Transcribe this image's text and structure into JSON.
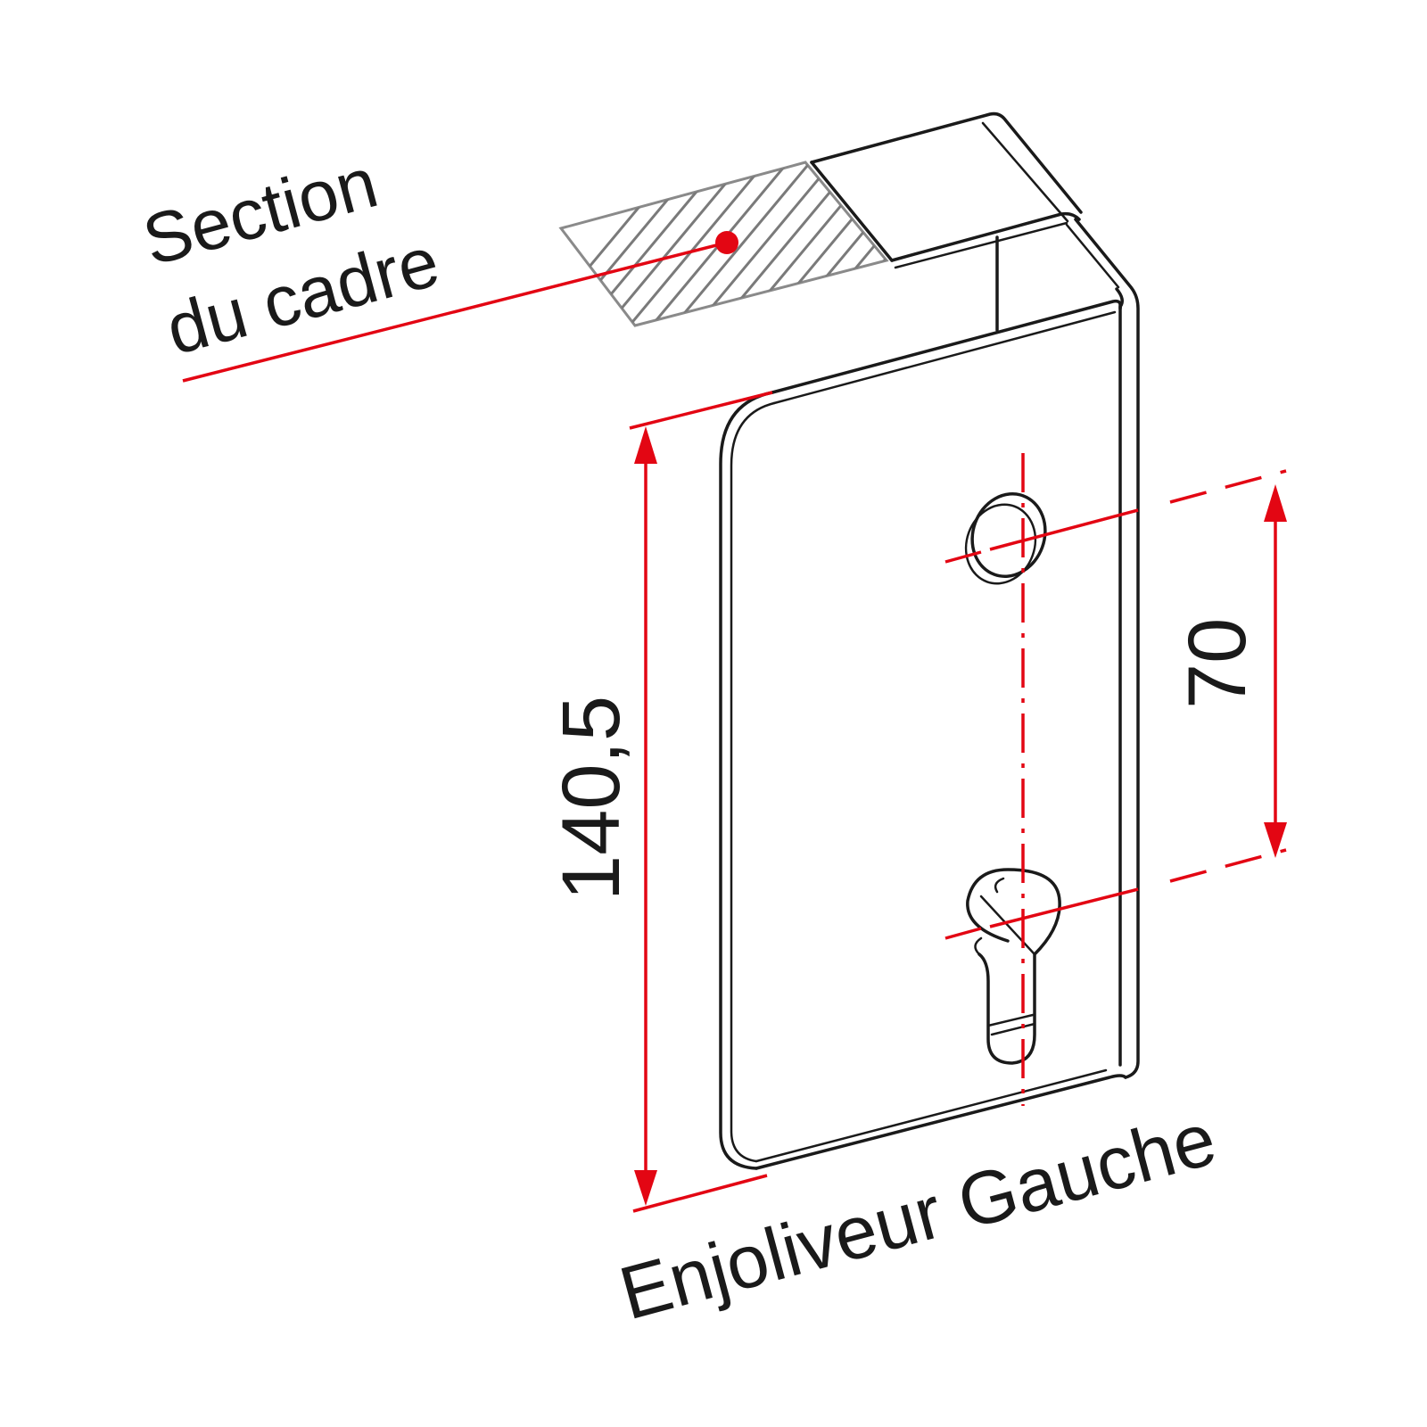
{
  "labels": {
    "section_line1": "Section",
    "section_line2": "du cadre",
    "part_name": "Enjoliveur Gauche"
  },
  "dimensions": {
    "height": "140,5",
    "hole_spacing": "70"
  },
  "colors": {
    "dimension": "#e30613",
    "outline": "#1a1a1a",
    "section_hatch": "#7a7a7a"
  }
}
